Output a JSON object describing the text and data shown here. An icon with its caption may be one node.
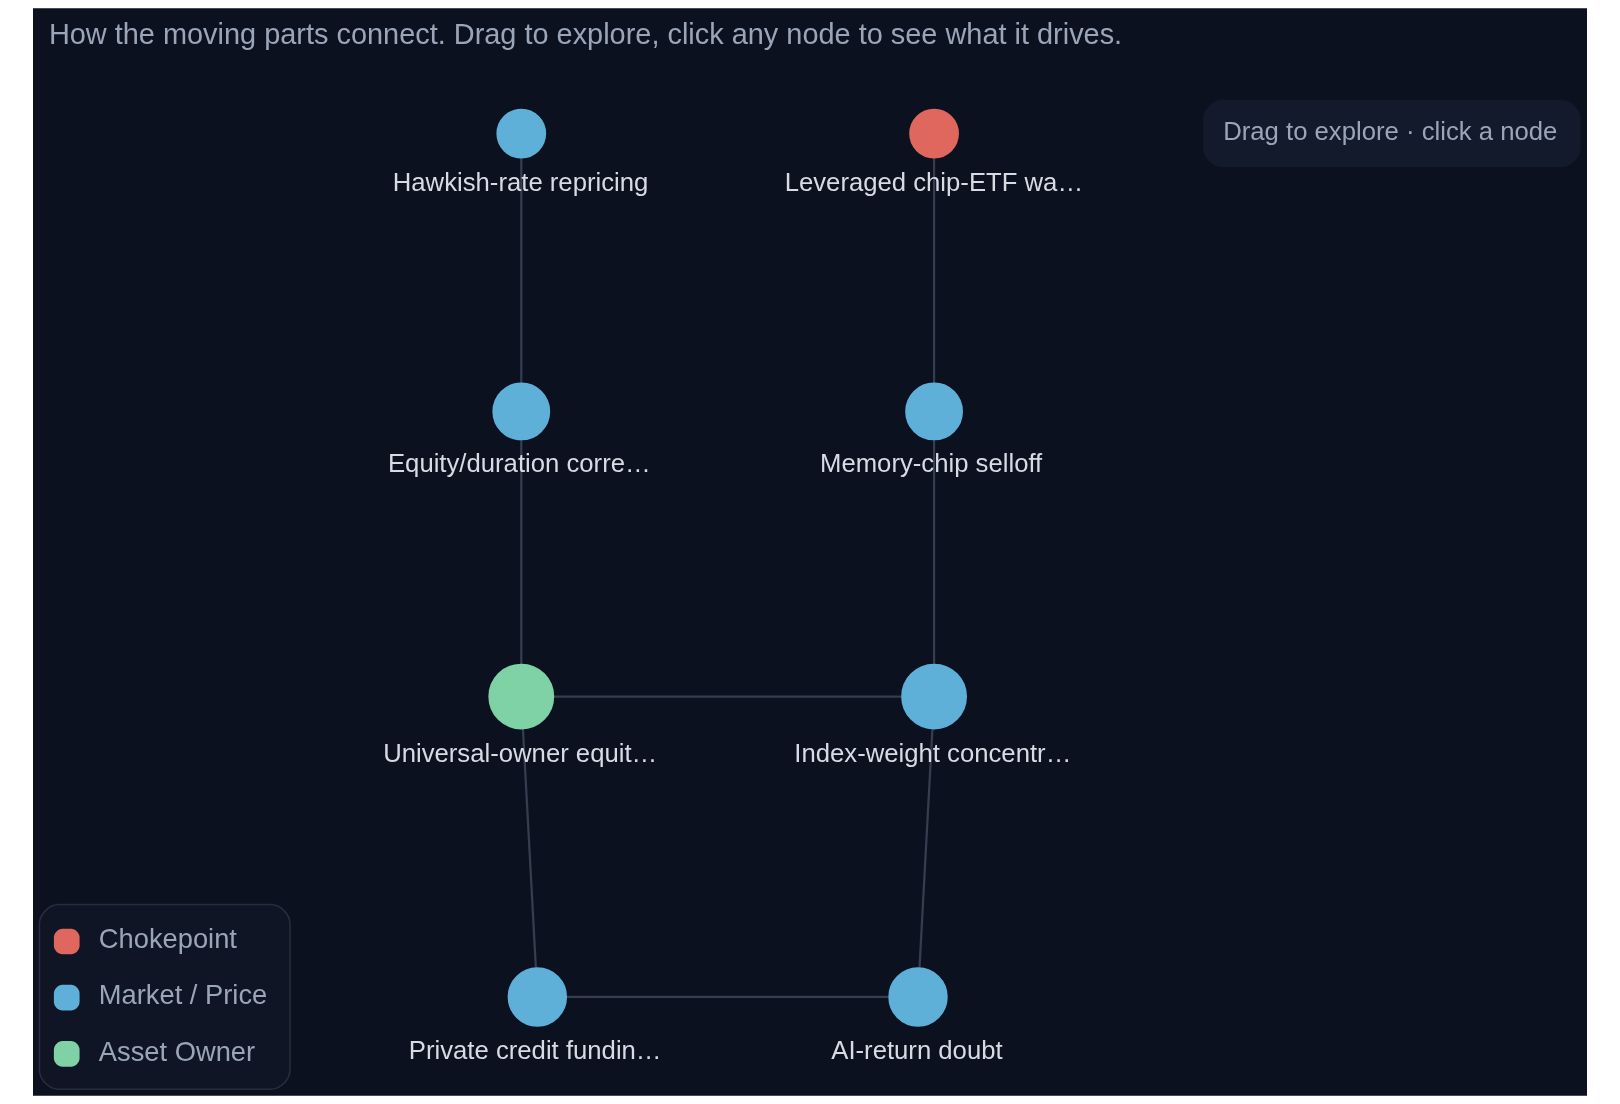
{
  "diagram": {
    "caption": "How the moving parts connect. Drag to explore, click any node to see what it drives.",
    "nodes": [
      {
        "text": [
          "Hawkish-rate repricing"
        ]
      },
      {
        "text": [
          "Leveraged chip-ETF wa…"
        ]
      },
      {
        "text": [
          "Equity/duration corre…"
        ]
      },
      {
        "text": [
          "Memory-chip selloff"
        ]
      },
      {
        "text": [
          "Universal-owner equit…"
        ]
      },
      {
        "text": [
          "Index-weight concentr…"
        ]
      },
      {
        "text": [
          "Private credit fundin…"
        ]
      },
      {
        "text": [
          "AI-return doubt"
        ]
      }
    ],
    "edges": [
      {
        "from": 0,
        "to": 2,
        "arrow": "none"
      },
      {
        "from": 1,
        "to": 3,
        "arrow": "none"
      },
      {
        "from": 2,
        "to": 4,
        "arrow": "none"
      },
      {
        "from": 3,
        "to": 5,
        "arrow": "none"
      },
      {
        "from": 4,
        "to": 5,
        "arrow": "none"
      },
      {
        "from": 4,
        "to": 6,
        "arrow": "none"
      },
      {
        "from": 5,
        "to": 7,
        "arrow": "none"
      },
      {
        "from": 6,
        "to": 7,
        "arrow": "none"
      }
    ],
    "labels": [
      "Drag to explore · click a node"
    ],
    "legend": [
      {
        "text": "Chokepoint",
        "color": "#e0675e"
      },
      {
        "text": "Market / Price",
        "color": "#5eb0d8"
      },
      {
        "text": "Asset Owner",
        "color": "#7fd1a6"
      }
    ]
  }
}
